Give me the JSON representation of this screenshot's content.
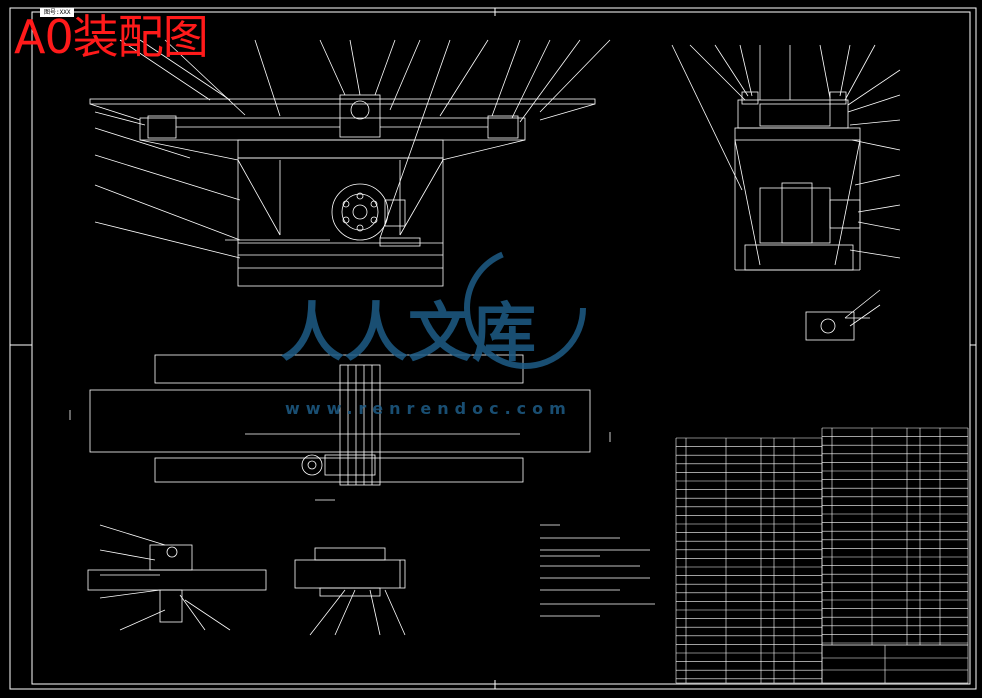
{
  "drawing": {
    "stamp_title": "A0装配图",
    "corner_label": "图号:XXX"
  },
  "watermark": {
    "brand": "人人文库",
    "url": "www.renrendoc.com"
  },
  "colors": {
    "background": "#000000",
    "line": "#ffffff",
    "title_red": "#ff1a1a",
    "watermark": "#1e5c86",
    "table_red": "#ff2020"
  }
}
